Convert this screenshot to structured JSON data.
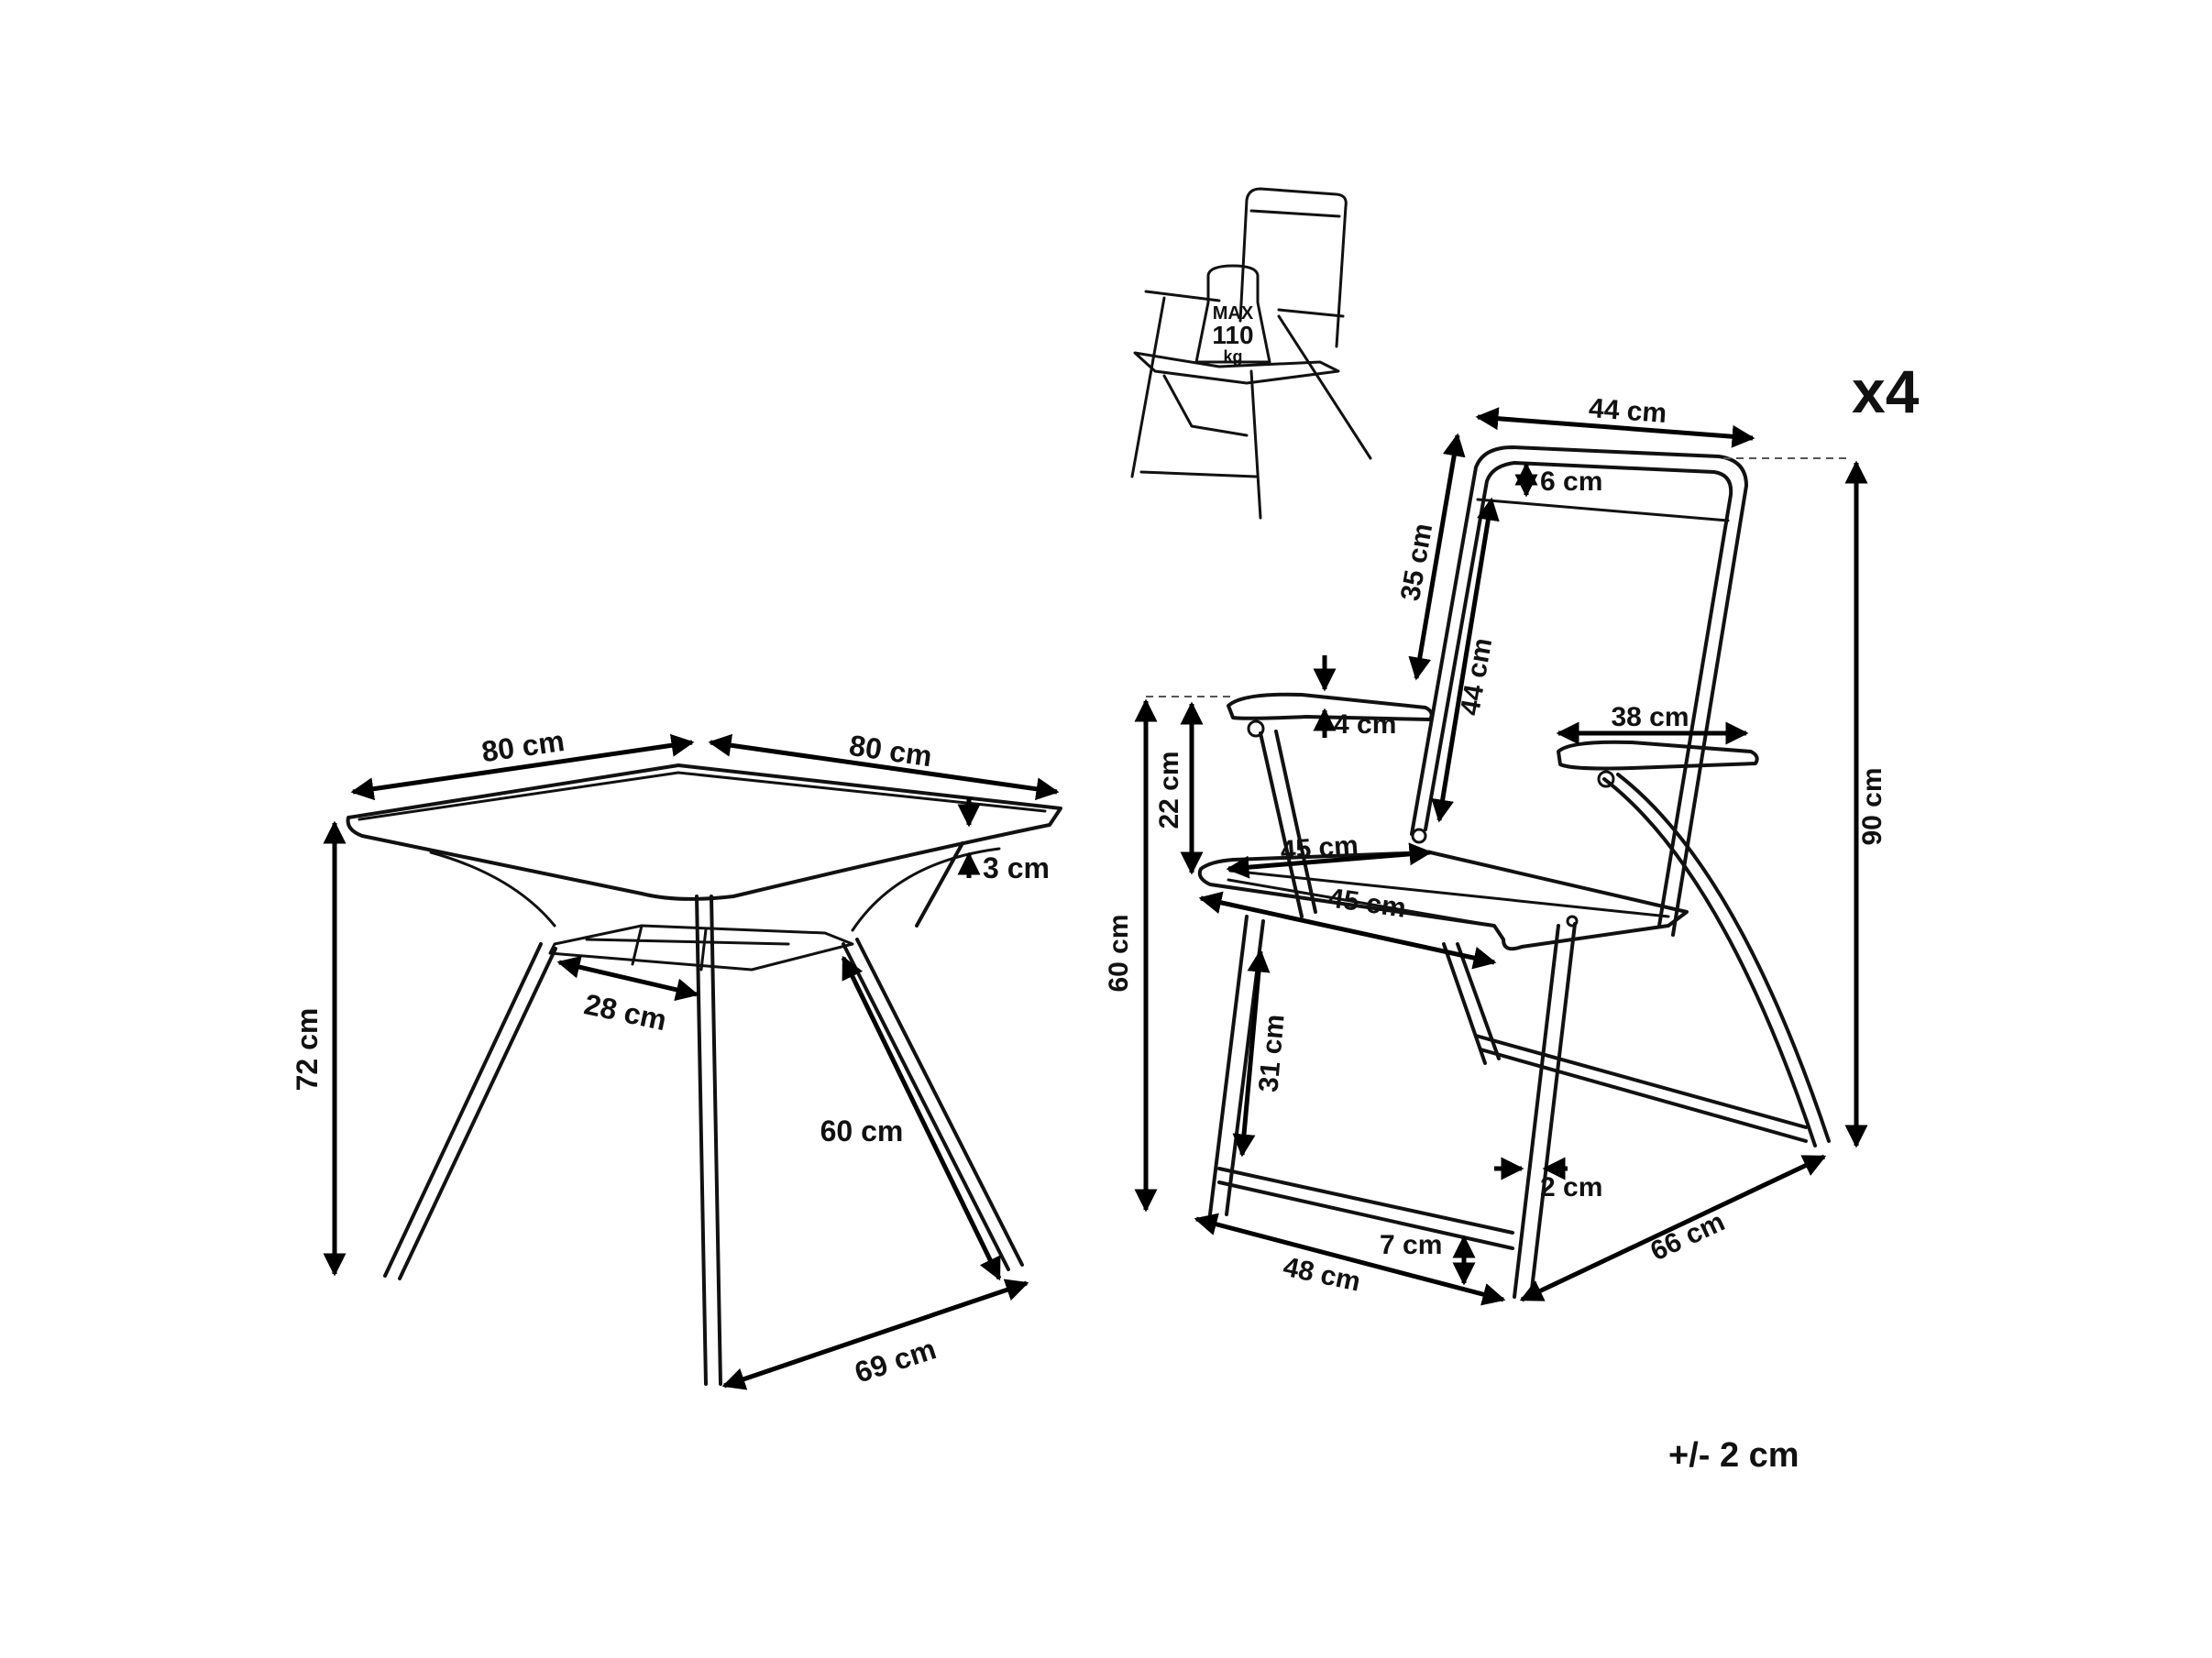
{
  "table": {
    "top_width_left": "80 cm",
    "top_width_right": "80 cm",
    "top_thickness": "3 cm",
    "height": "72 cm",
    "shelf_width": "28 cm",
    "leg_length": "60 cm",
    "leg_span": "69 cm"
  },
  "chair": {
    "back_width": "44 cm",
    "back_top_band": "6 cm",
    "back_height": "35 cm",
    "back_fabric_height": "44 cm",
    "armrest_thickness": "4 cm",
    "armrest_length": "38 cm",
    "armrest_above_seat": "22 cm",
    "seat_depth": "45 cm",
    "seat_width": "45 cm",
    "seat_height": "60 cm",
    "total_height": "90 cm",
    "leg_lower": "31 cm",
    "tube_diameter": "2 cm",
    "foot_height": "7 cm",
    "base_width": "48 cm",
    "base_depth": "66 cm"
  },
  "max_load": {
    "label": "MAX",
    "value": "110",
    "unit": "kg"
  },
  "quantity": "x4",
  "tolerance": "+/- 2 cm",
  "colors": {
    "line": "#111111",
    "background": "#ffffff"
  }
}
